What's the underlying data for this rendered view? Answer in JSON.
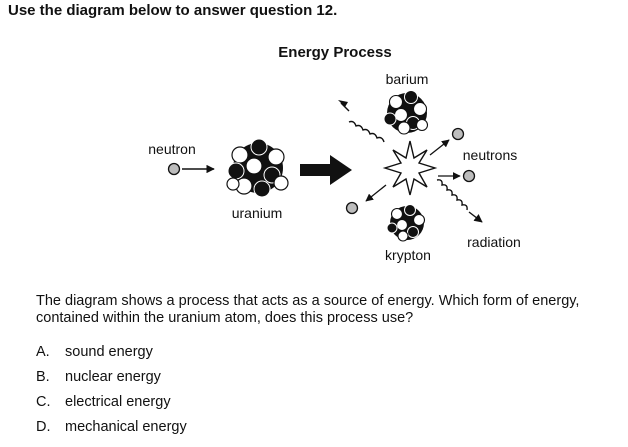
{
  "instruction": "Use the diagram below to answer question 12.",
  "diagram": {
    "title": "Energy Process",
    "labels": {
      "neutron": "neutron",
      "uranium": "uranium",
      "barium": "barium",
      "neutrons": "neutrons",
      "radiation": "radiation",
      "krypton": "krypton"
    }
  },
  "question": {
    "text": "The diagram shows a process that acts as a source of energy. Which form of energy, contained within the uranium atom, does this process use?",
    "options": [
      {
        "letter": "A.",
        "text": "sound energy"
      },
      {
        "letter": "B.",
        "text": "nuclear energy"
      },
      {
        "letter": "C.",
        "text": "electrical energy"
      },
      {
        "letter": "D.",
        "text": "mechanical energy"
      }
    ]
  }
}
